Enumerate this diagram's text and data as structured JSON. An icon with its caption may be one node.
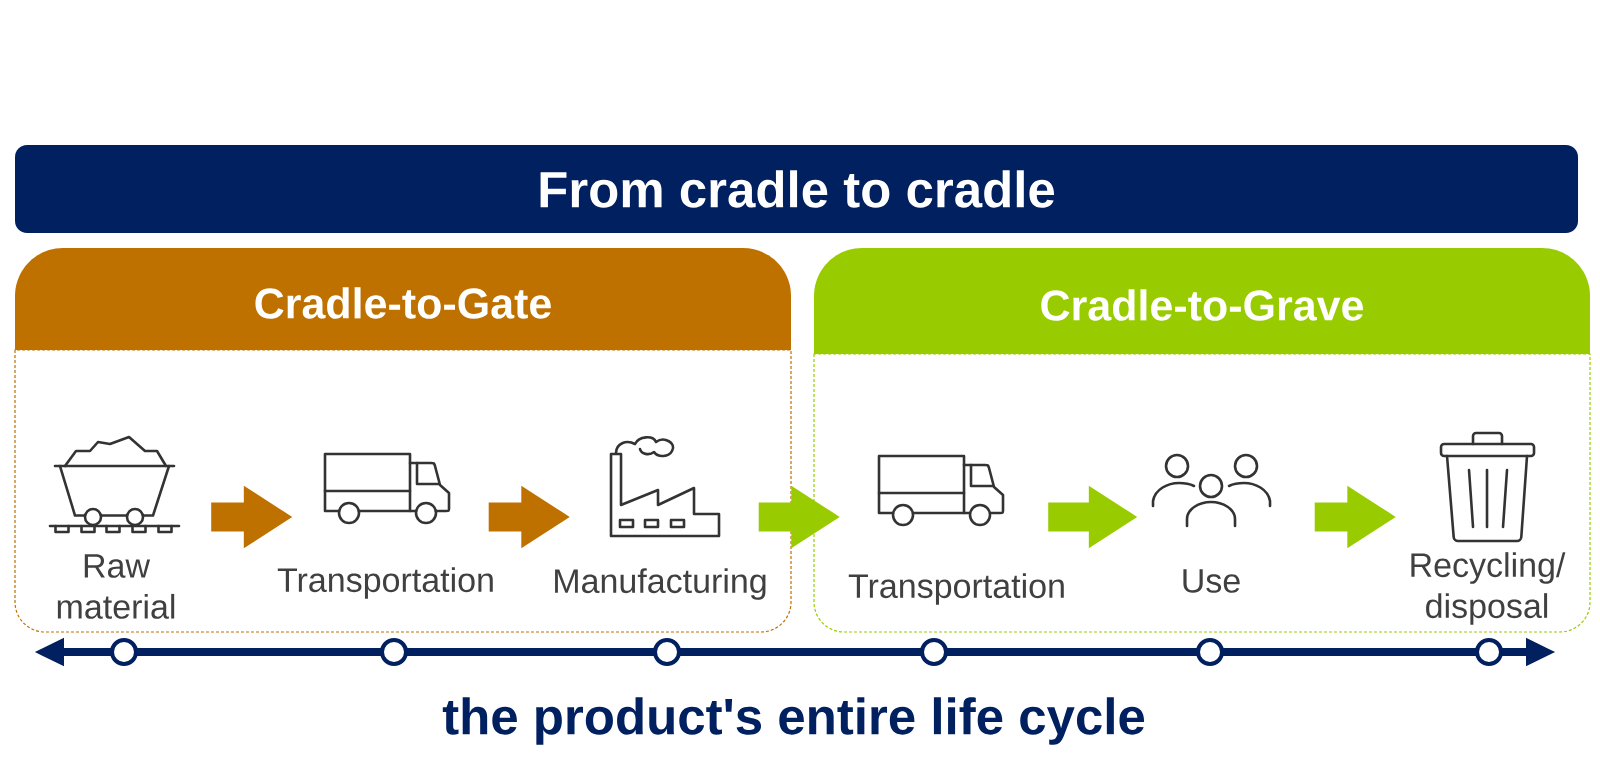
{
  "diagram": {
    "nodes": [
      {
        "text": [
          "From cradle to cradle"
        ]
      },
      {
        "text": [
          "Cradle-to-Gate"
        ]
      },
      {
        "text": [],
        "shape": "picture",
        "beside": [
          "Raw material"
        ],
        "in": 1
      },
      {
        "text": [],
        "shape": "picture",
        "beside": [
          "Transportation"
        ],
        "in": 1
      },
      {
        "text": [],
        "shape": "picture",
        "beside": [
          "Manufacturing"
        ],
        "in": 1
      },
      {
        "text": [
          "Cradle-to-Grave"
        ]
      },
      {
        "text": [],
        "shape": "picture",
        "beside": [
          "Transportation"
        ],
        "in": 5
      },
      {
        "text": [],
        "shape": "picture",
        "beside": [
          "Use"
        ],
        "in": 5
      },
      {
        "text": [],
        "shape": "picture",
        "beside": [
          "Recycling/ disposal"
        ],
        "in": 5
      }
    ],
    "edges": [
      {
        "from": 2,
        "to": 3,
        "arrow": "to",
        "color": "#bf7100"
      },
      {
        "from": 3,
        "to": 4,
        "arrow": "to",
        "color": "#bf7100"
      },
      {
        "from": 4,
        "to": 6,
        "arrow": "to"
      },
      {
        "from": 6,
        "to": 7,
        "arrow": "to"
      },
      {
        "from": 7,
        "to": 8,
        "arrow": "to"
      }
    ],
    "labels": [
      "the product's entire life cycle"
    ]
  }
}
